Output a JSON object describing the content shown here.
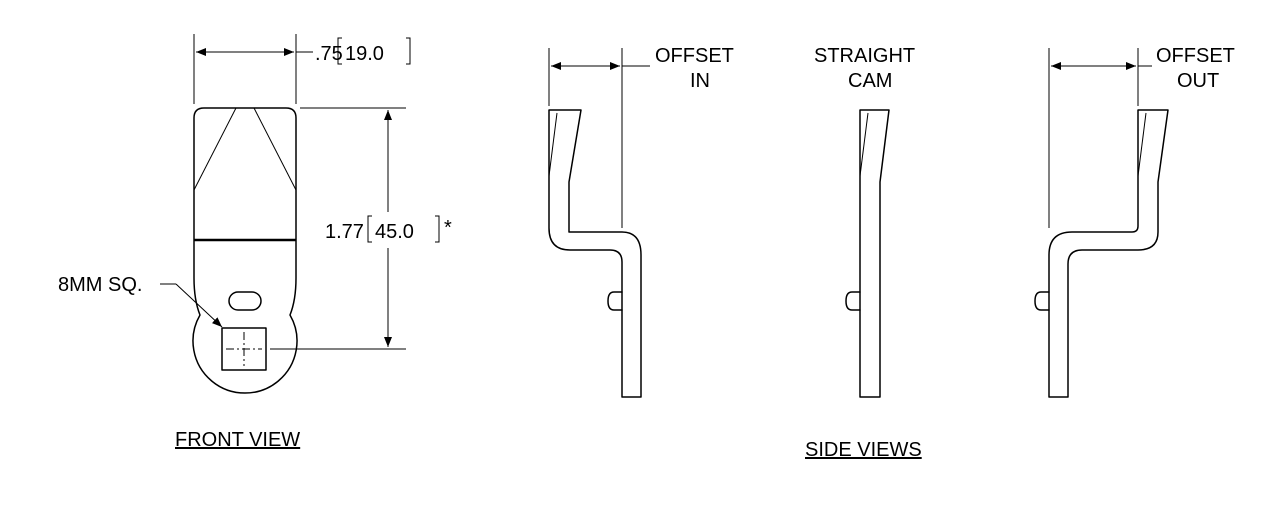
{
  "front_view": {
    "caption": "FRONT VIEW",
    "width_dim": {
      "inch": ".75",
      "mm": "19.0"
    },
    "height_dim": {
      "inch": "1.77",
      "mm": "45.0",
      "note": "*"
    },
    "square_callout": "8MM SQ."
  },
  "side_views": {
    "caption": "SIDE VIEWS",
    "offset_in": {
      "line1": "OFFSET",
      "line2": "IN"
    },
    "straight": {
      "line1": "STRAIGHT",
      "line2": "CAM"
    },
    "offset_out": {
      "line1": "OFFSET",
      "line2": "OUT"
    }
  }
}
